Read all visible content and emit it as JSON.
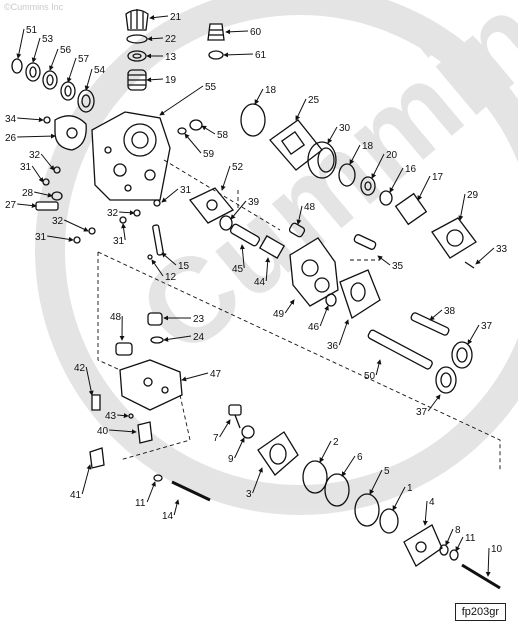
{
  "watermark": {
    "copyright": "©Cummins Inc",
    "brand": "Cummins"
  },
  "figure_ref": "fp203gr",
  "callouts": [
    {
      "id": "c21",
      "text": "21"
    },
    {
      "id": "c22",
      "text": "22"
    },
    {
      "id": "c13",
      "text": "13"
    },
    {
      "id": "c19",
      "text": "19"
    },
    {
      "id": "c60",
      "text": "60"
    },
    {
      "id": "c61",
      "text": "61"
    },
    {
      "id": "c51",
      "text": "51"
    },
    {
      "id": "c53",
      "text": "53"
    },
    {
      "id": "c56",
      "text": "56"
    },
    {
      "id": "c57",
      "text": "57"
    },
    {
      "id": "c54",
      "text": "54"
    },
    {
      "id": "c55",
      "text": "55"
    },
    {
      "id": "c18a",
      "text": "18"
    },
    {
      "id": "c25",
      "text": "25"
    },
    {
      "id": "c34",
      "text": "34"
    },
    {
      "id": "c26",
      "text": "26"
    },
    {
      "id": "c58",
      "text": "58"
    },
    {
      "id": "c59",
      "text": "59"
    },
    {
      "id": "c30",
      "text": "30"
    },
    {
      "id": "c18b",
      "text": "18"
    },
    {
      "id": "c20",
      "text": "20"
    },
    {
      "id": "c16",
      "text": "16"
    },
    {
      "id": "c17",
      "text": "17"
    },
    {
      "id": "c32a",
      "text": "32"
    },
    {
      "id": "c31a",
      "text": "31"
    },
    {
      "id": "c52",
      "text": "52"
    },
    {
      "id": "c28",
      "text": "28"
    },
    {
      "id": "c27",
      "text": "27"
    },
    {
      "id": "c32b",
      "text": "32"
    },
    {
      "id": "c31b",
      "text": "31"
    },
    {
      "id": "c32c",
      "text": "32"
    },
    {
      "id": "c31c",
      "text": "31"
    },
    {
      "id": "c31d",
      "text": "31"
    },
    {
      "id": "c39",
      "text": "39"
    },
    {
      "id": "c48a",
      "text": "48"
    },
    {
      "id": "c29",
      "text": "29"
    },
    {
      "id": "c33",
      "text": "33"
    },
    {
      "id": "c15",
      "text": "15"
    },
    {
      "id": "c12",
      "text": "12"
    },
    {
      "id": "c45",
      "text": "45"
    },
    {
      "id": "c44",
      "text": "44"
    },
    {
      "id": "c35",
      "text": "35"
    },
    {
      "id": "c49",
      "text": "49"
    },
    {
      "id": "c46",
      "text": "46"
    },
    {
      "id": "c36",
      "text": "36"
    },
    {
      "id": "c38",
      "text": "38"
    },
    {
      "id": "c37a",
      "text": "37"
    },
    {
      "id": "c23",
      "text": "23"
    },
    {
      "id": "c24",
      "text": "24"
    },
    {
      "id": "c48b",
      "text": "48"
    },
    {
      "id": "c50",
      "text": "50"
    },
    {
      "id": "c42",
      "text": "42"
    },
    {
      "id": "c47",
      "text": "47"
    },
    {
      "id": "c37b",
      "text": "37"
    },
    {
      "id": "c43",
      "text": "43"
    },
    {
      "id": "c40",
      "text": "40"
    },
    {
      "id": "c7",
      "text": "7"
    },
    {
      "id": "c9",
      "text": "9"
    },
    {
      "id": "c2",
      "text": "2"
    },
    {
      "id": "c6",
      "text": "6"
    },
    {
      "id": "c3",
      "text": "3"
    },
    {
      "id": "c5",
      "text": "5"
    },
    {
      "id": "c41",
      "text": "41"
    },
    {
      "id": "c11a",
      "text": "11"
    },
    {
      "id": "c14",
      "text": "14"
    },
    {
      "id": "c1",
      "text": "1"
    },
    {
      "id": "c4",
      "text": "4"
    },
    {
      "id": "c8",
      "text": "8"
    },
    {
      "id": "c11b",
      "text": "11"
    },
    {
      "id": "c10",
      "text": "10"
    }
  ]
}
